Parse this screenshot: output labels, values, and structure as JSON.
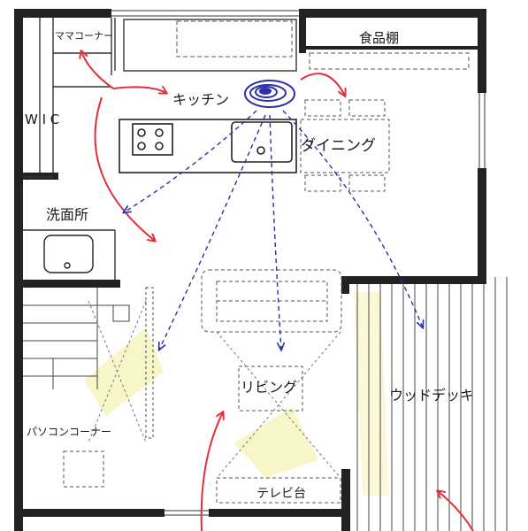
{
  "rooms": {
    "mama_corner": "ママコーナー",
    "pantry": "食品棚",
    "kitchen": "キッチン",
    "wic": "W I C",
    "dining": "ダイニング",
    "washroom": "洗面所",
    "living": "リビング",
    "wood_deck": "ウッドデッキ",
    "pc_corner": "パソコンコーナー",
    "tv_stand": "テレビ台"
  },
  "colors": {
    "wall": "#222222",
    "line": "#333333",
    "dashed": "#555555",
    "pen_blue": "#2b2fa8",
    "pen_red": "#e0303a",
    "highlight": "#f3ef9a"
  }
}
